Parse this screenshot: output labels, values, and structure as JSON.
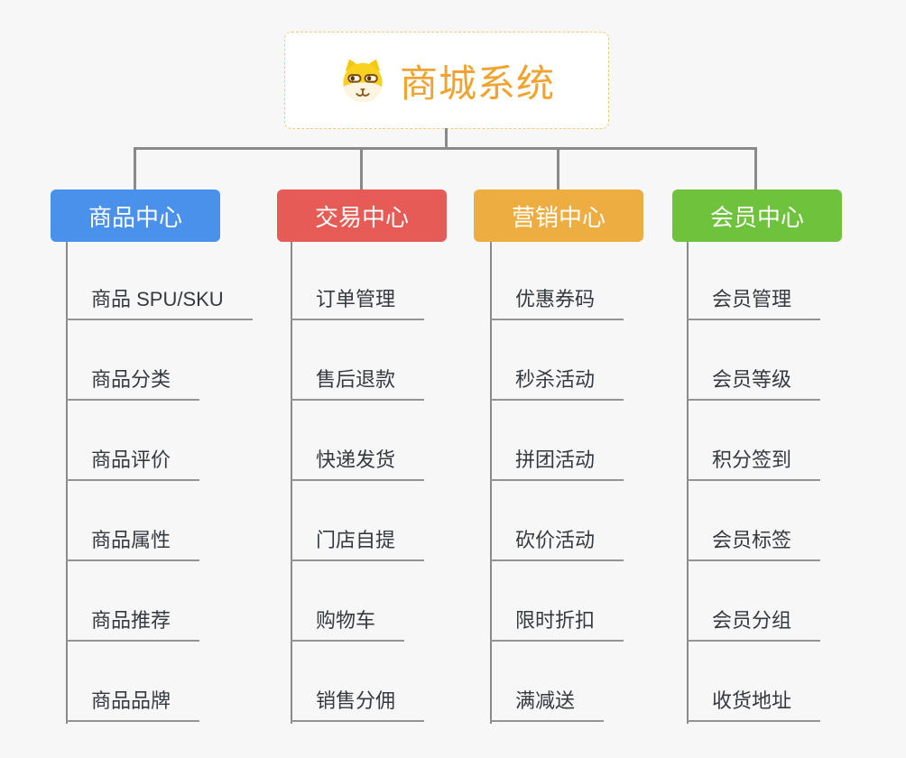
{
  "page": {
    "background": "#f7f7f7"
  },
  "root_node": {
    "title": "商城系统",
    "icon": "shiba-dog-icon",
    "title_color": "#f0a32f",
    "border_color": "#f2c783",
    "background": "#ffffff"
  },
  "connectors": {
    "color": "#8a8a8a",
    "leaf_underline_color": "#949494"
  },
  "branches": [
    {
      "label": "商品中心",
      "color": "#4a91ec",
      "items": [
        "商品 SPU/SKU",
        "商品分类",
        "商品评价",
        "商品属性",
        "商品推荐",
        "商品品牌"
      ]
    },
    {
      "label": "交易中心",
      "color": "#e65b55",
      "items": [
        "订单管理",
        "售后退款",
        "快递发货",
        "门店自提",
        "购物车",
        "销售分佣"
      ]
    },
    {
      "label": "营销中心",
      "color": "#eead41",
      "items": [
        "优惠券码",
        "秒杀活动",
        "拼团活动",
        "砍价活动",
        "限时折扣",
        "满减送"
      ]
    },
    {
      "label": "会员中心",
      "color": "#6ec23c",
      "items": [
        "会员管理",
        "会员等级",
        "积分签到",
        "会员标签",
        "会员分组",
        "收货地址"
      ]
    }
  ]
}
